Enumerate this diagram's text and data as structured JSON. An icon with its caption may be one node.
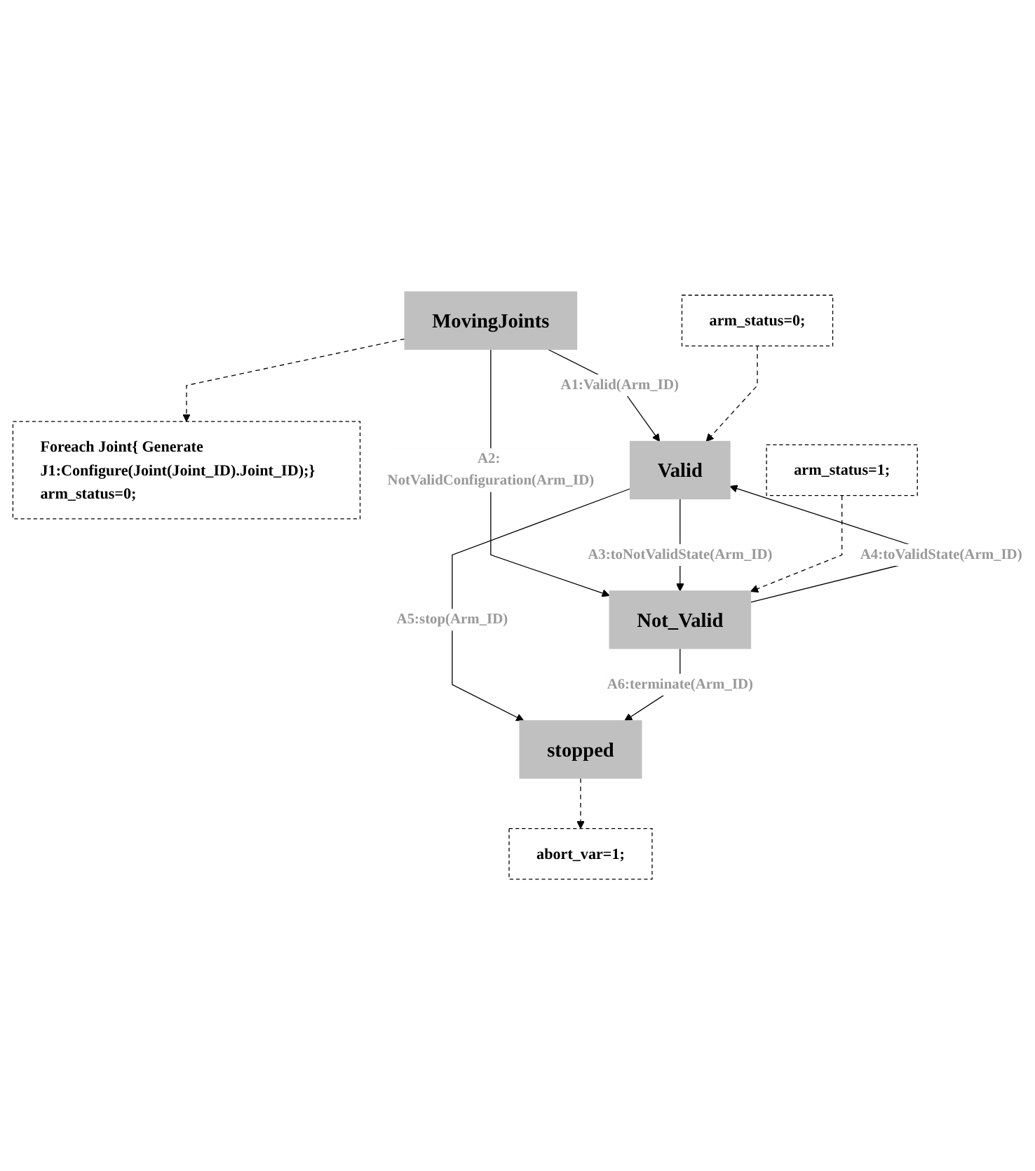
{
  "diagram": {
    "nodes": [
      {
        "text": [
          "Foreach Joint{ Generate J1:Configure(Joint(Joint_ID).Joint_ID);} arm_status=0;"
        ]
      },
      {
        "text": [
          "MovingJoints"
        ]
      },
      {
        "text": [
          "Valid"
        ]
      },
      {
        "text": [
          "Not_Valid"
        ]
      },
      {
        "text": [
          "arm_status=0;"
        ]
      },
      {
        "text": [
          "arm_status=1;"
        ]
      },
      {
        "text": [
          "stopped"
        ]
      },
      {
        "text": [
          "abort_var=1;"
        ]
      }
    ],
    "edges": [
      {
        "from": 1,
        "to": 0,
        "arrow": "to",
        "style": "dashed"
      },
      {
        "from": 1,
        "to": 2,
        "arrow": "to",
        "label": "A1:Valid(Arm_ID)"
      },
      {
        "from": 1,
        "to": 3,
        "arrow": "to",
        "label": "A2: NotValidConfiguration(Arm_ID)"
      },
      {
        "from": 2,
        "to": 3,
        "arrow": "to",
        "label": "A3:toNotValidState(Arm_ID)"
      },
      {
        "from": 4,
        "to": 2,
        "arrow": "to",
        "style": "dashed"
      },
      {
        "from": 5,
        "to": 3,
        "arrow": "to",
        "style": "dashed"
      },
      {
        "from": 3,
        "to": 2,
        "arrow": "to",
        "label": "A4:toValidState(Arm_ID)"
      },
      {
        "from": 2,
        "to": 6,
        "arrow": "to",
        "label": "A5:stop(Arm_ID)"
      },
      {
        "from": 3,
        "to": 6,
        "arrow": "to",
        "label": "A6:terminate(Arm_ID)"
      },
      {
        "from": 6,
        "to": 7,
        "arrow": "to",
        "style": "dashed"
      }
    ]
  }
}
